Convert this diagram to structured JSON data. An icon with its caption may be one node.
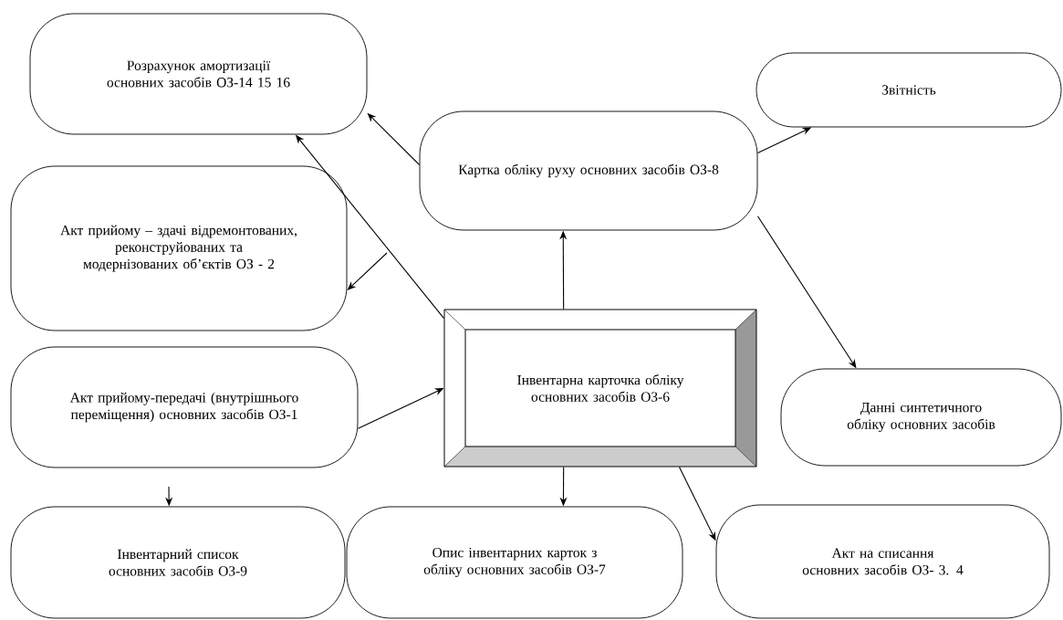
{
  "diagram": {
    "nodes": [
      {
        "text": [
          "Розрахунок амортизації основних засобів ОЗ-14 15 16"
        ]
      },
      {
        "text": [
          "Звітність"
        ]
      },
      {
        "text": [
          "Картка обліку руху основних засобів ОЗ-8"
        ]
      },
      {
        "text": [
          "Акт прийому – здачі відремонтованих, реконструйованих та модернізованих об’єктів ОЗ - 2"
        ]
      },
      {
        "text": [
          "Акт прийому-передачі (внутрішнього переміщення) основних засобів ОЗ-1"
        ]
      },
      {
        "text": [
          "Інвентарна карточка обліку основних засобів ОЗ-6"
        ]
      },
      {
        "text": [
          "Данні синтетичного обліку основних засобів"
        ]
      },
      {
        "text": [
          "Інвентарний список основних засобів ОЗ-9"
        ]
      },
      {
        "text": [
          "Опис інвентарних карток з обліку основних засобів ОЗ-7"
        ]
      },
      {
        "text": [
          "Акт на списання основних засобів ОЗ- 3. 4"
        ]
      }
    ],
    "edges": [
      {
        "from": 2,
        "to": 0,
        "arrow": "to"
      },
      {
        "from": 5,
        "to": 0,
        "arrow": "to"
      },
      {
        "from": 2,
        "to": 1,
        "arrow": "to"
      },
      {
        "from": 5,
        "to": 2,
        "arrow": "to"
      },
      {
        "from": null,
        "to": 3,
        "arrow": "to"
      },
      {
        "from": 4,
        "to": 5,
        "arrow": "to"
      },
      {
        "from": 2,
        "to": 6,
        "arrow": "to"
      },
      {
        "from": null,
        "to": 7,
        "arrow": "to"
      },
      {
        "from": 5,
        "to": 8,
        "arrow": "to"
      },
      {
        "from": 5,
        "to": 9,
        "arrow": "to"
      }
    ]
  }
}
